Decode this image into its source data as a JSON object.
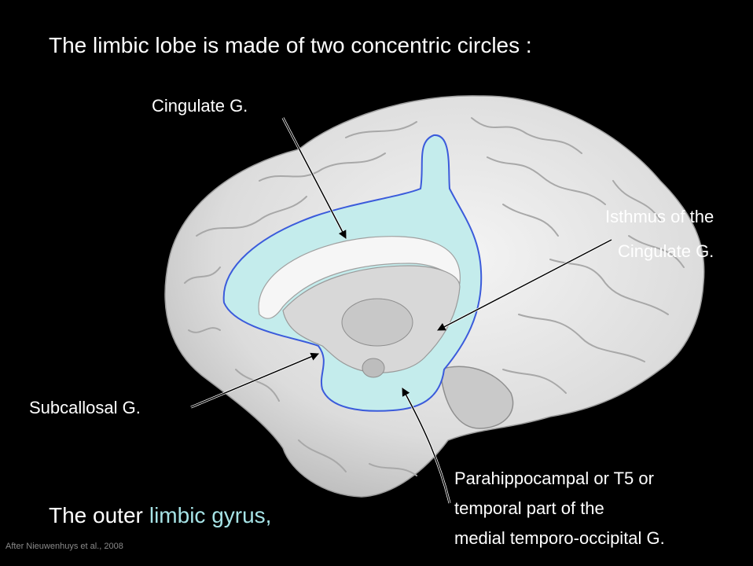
{
  "slide": {
    "title": "The limbic lobe is made of two concentric circles :"
  },
  "labels": {
    "cingulate": "Cingulate G.",
    "isthmus": [
      "Isthmus of the",
      "Cingulate G."
    ],
    "subcallosal": "Subcallosal G.",
    "parahippocampal": [
      "Parahippocampal or T5 or",
      "temporal part of the",
      "medial temporo-occipital G."
    ]
  },
  "footer": {
    "lead": "The outer",
    "highlight": "limbic gyrus,",
    "credit": "After Nieuwenhuys et al., 2008"
  },
  "colors": {
    "background": "#000000",
    "text": "#ffffff",
    "highlight_text": "#a6e3e6",
    "limbic_fill": "#c4ecec",
    "limbic_outline": "#3b5bdb",
    "credit_text": "#8a8a8a"
  }
}
